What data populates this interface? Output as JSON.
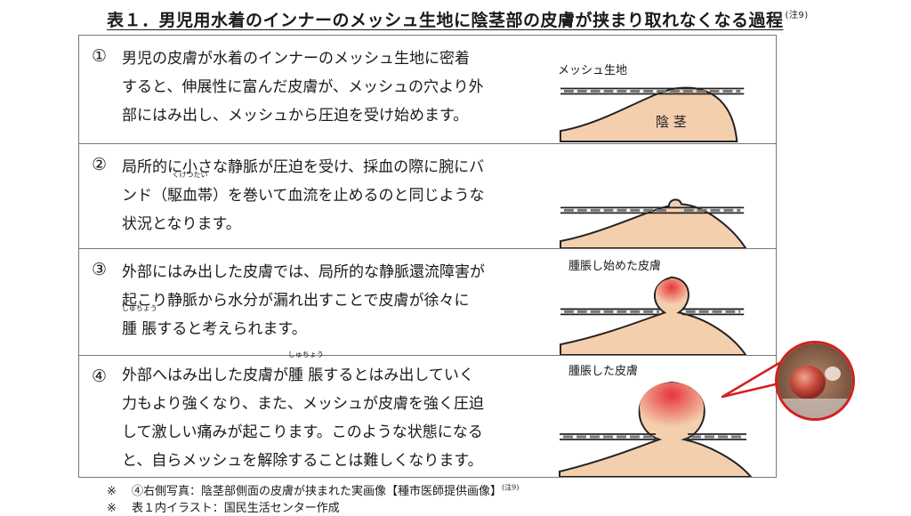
{
  "title": "表１．男児用水着のインナーのメッシュ生地に陰茎部の皮膚が挟まり取れなくなる過程",
  "title_note": "(注9)",
  "rows": [
    {
      "num": "①",
      "lines": [
        "男児の皮膚が水着のインナーのメッシュ生地に密着",
        "すると、伸展性に富んだ皮膚が、メッシュの穴より外",
        "部にはみ出し、メッシュから圧迫を受け始めます。"
      ],
      "label_top": "メッシュ生地",
      "label_inner": "陰 茎"
    },
    {
      "num": "②",
      "line1": "局所的に小さな静脈が圧迫を受け、採血の際に腕にバ",
      "line2_pre": "ンド（",
      "line2_ruby_base": "駆血帯",
      "line2_ruby_text": "くけつたい",
      "line2_post": "）を巻いて血流を止めるのと同じような",
      "line3": "状況となります。"
    },
    {
      "num": "③",
      "line1": "外部にはみ出した皮膚では、局所的な静脈還流障害が",
      "line2": "起こり静脈から水分が漏れ出すことで皮膚が徐々に",
      "line3_ruby_base": "腫 脹",
      "line3_ruby_text": "しゅちょう",
      "line3_post": "すると考えられます。",
      "label_top": "腫脹し始めた皮膚"
    },
    {
      "num": "④",
      "line1_pre": "外部へはみ出した皮膚が",
      "line1_ruby_base": "腫 脹",
      "line1_ruby_text": "しゅちょう",
      "line1_post": "するとはみ出していく",
      "line2": "力もより強くなり、また、メッシュが皮膚を強く圧迫",
      "line3": "して激しい痛みが起こります。このような状態になる",
      "line4": "と、自らメッシュを解除することは難しくなります。",
      "label_top": "腫脹した皮膚"
    }
  ],
  "notes": [
    {
      "mark": "※",
      "text": "④右側写真：陰茎部側面の皮膚が挟まれた実画像【種市医師提供画像】",
      "sup": "(注9)"
    },
    {
      "mark": "※",
      "text": "表１内イラスト：国民生活センター作成"
    }
  ],
  "colors": {
    "skin": "#f4cfae",
    "swelling": "#e8353a",
    "outline": "#222222",
    "mesh_dash": "#777777",
    "photo_border": "#d22020"
  }
}
